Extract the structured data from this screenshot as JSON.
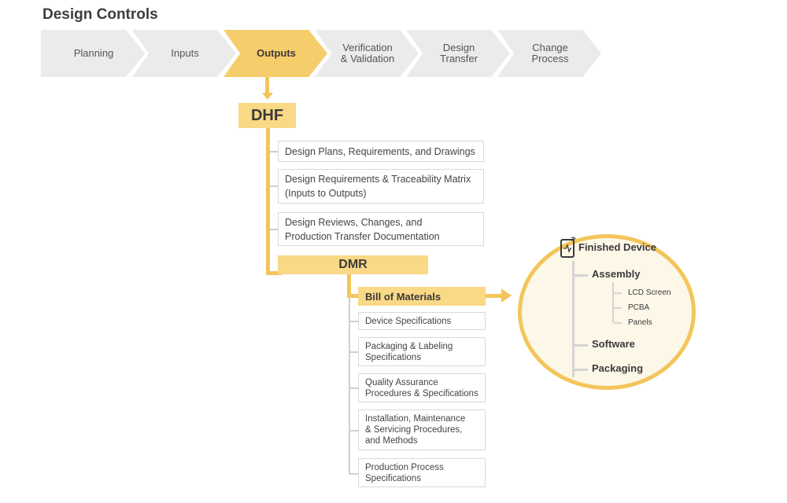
{
  "title": "Design Controls",
  "process_steps": [
    {
      "label": "Planning"
    },
    {
      "label": "Inputs"
    },
    {
      "label": "Outputs",
      "active": true
    },
    {
      "label": "Verification\n& Validation"
    },
    {
      "label": "Design\nTransfer"
    },
    {
      "label": "Change\nProcess"
    }
  ],
  "dhf": {
    "label": "DHF",
    "items": [
      "Design Plans, Requirements, and Drawings",
      "Design Requirements & Traceability Matrix\n(Inputs to Outputs)",
      "Design Reviews, Changes, and\nProduction Transfer Documentation"
    ]
  },
  "dmr": {
    "label": "DMR",
    "highlight": "Bill of Materials",
    "items": [
      "Device Specifications",
      "Packaging & Labeling\nSpecifications",
      "Quality Assurance\nProcedures & Specifications",
      "Installation, Maintenance\n& Servicing Procedures,\nand Methods",
      "Production Process\nSpecifications"
    ]
  },
  "finished_device": {
    "title": "Finished Device",
    "icon": "tablet-icon",
    "assembly": "Assembly",
    "assembly_parts": [
      "LCD Screen",
      "PCBA",
      "Panels"
    ],
    "software": "Software",
    "packaging": "Packaging"
  },
  "colors": {
    "accent": "#f3c55a",
    "accent_light": "#f9d886",
    "chevron": "#ebebeb",
    "circle_bg": "#fdf7e8"
  }
}
